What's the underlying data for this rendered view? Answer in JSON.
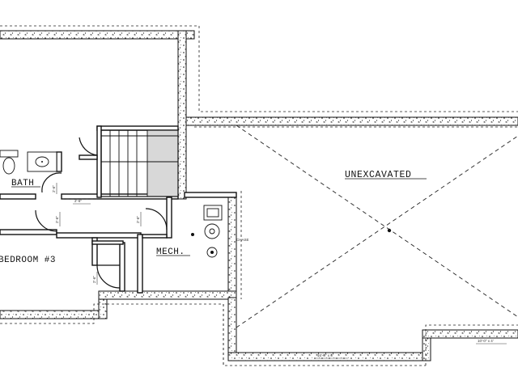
{
  "rooms": {
    "bath": "BATH",
    "bedroom": "BEDROOM #3",
    "mech": "MECH.",
    "unexcavated": "UNEXCAVATED"
  },
  "notes": {
    "chase": "CHASE"
  },
  "dimensions": {
    "d1": "2'-6\"",
    "d2": "2'-6\"",
    "d3": "2'-6\"",
    "d4": "2'-6\"",
    "d5": "2'-6\"",
    "bottom": "16'-0\" x 4'",
    "bottom_right": "10'-0\" x 4'"
  }
}
